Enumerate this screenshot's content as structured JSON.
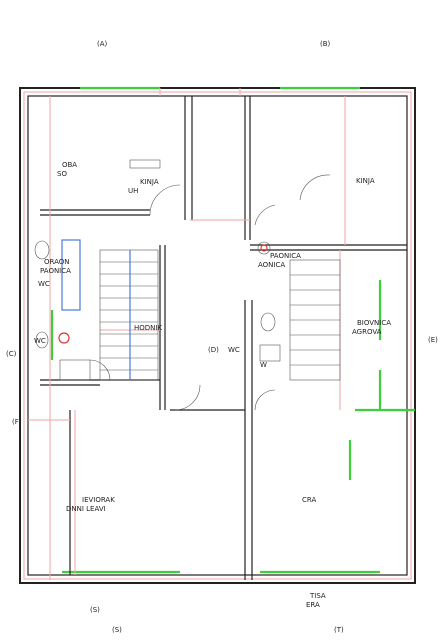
{
  "labels": {
    "top_left": "(A)",
    "top_right": "(B)",
    "soba_1": "OBA",
    "soba_2": "SO",
    "kuhinja_1": "KINJA",
    "kuhinja_2": "UH",
    "kupaonica_1": "ORAON",
    "kupaonica_2": "PAONICA",
    "kupaonica_3": "WC",
    "wc_left": "WC",
    "kupaonica_right_1": "PAONICA",
    "kupaonica_right_2": "AONICA",
    "kinja_right": "KINJA",
    "biovnica_1": "BIOVNICA",
    "biovnica_2": "AGROVA",
    "right_edge": "(E)",
    "mid_left": "(C)",
    "mid_center": "(D)",
    "wc_center": "WC",
    "wc_center_2": "W",
    "hodnik_1": "HODNIK",
    "dnevni_1": "IEVIORAK",
    "dnevni_2": "DNNI LEAVI",
    "right_room": "CRA",
    "terasa_1": "TISA",
    "terasa_2": "ERA",
    "bottom_left_1": "(S)",
    "bottom_left_2": "(S)",
    "bottom_right": "(T)",
    "left_marker": "(F)"
  }
}
